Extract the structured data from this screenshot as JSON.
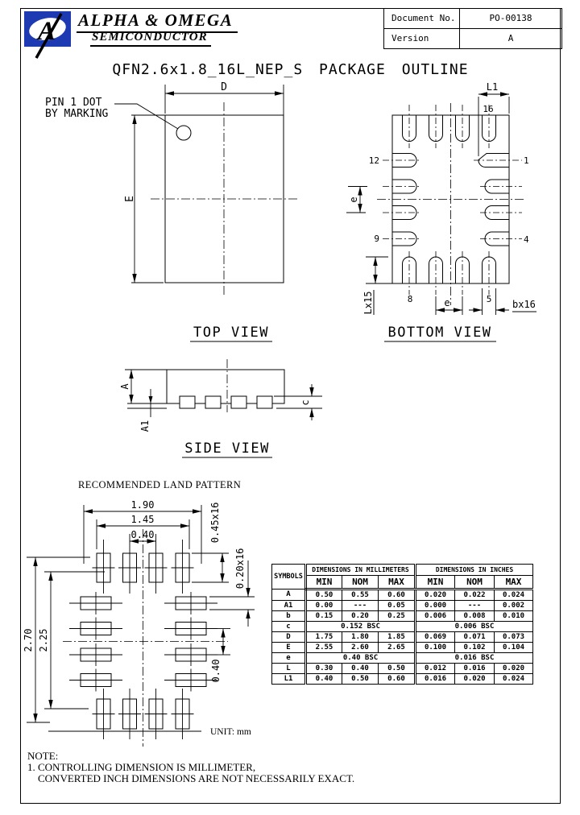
{
  "header": {
    "logo": {
      "bg_color": "#1d3ab2",
      "letter": "A"
    },
    "company_line1": "ALPHA & OMEGA",
    "company_line2": "SEMICONDUCTOR",
    "doc_table": {
      "doc_no_label": "Document No.",
      "doc_no_value": "PO-00138",
      "version_label": "Version",
      "version_value": "A"
    }
  },
  "title": "QFN2.6x1.8_16L_NEP_S PACKAGE OUTLINE",
  "top_view": {
    "caption": "TOP VIEW",
    "dim_d": "D",
    "dim_e": "E",
    "pin1_note_line1": "PIN 1 DOT",
    "pin1_note_line2": "BY MARKING"
  },
  "bottom_view": {
    "caption": "BOTTOM VIEW",
    "dim_l1": "L1",
    "dim_e_left": "e",
    "dim_e_bottom": "e",
    "dim_l": "Lx15",
    "dim_b": "bx16",
    "pin_16": "16",
    "pin_1": "1",
    "pin_4": "4",
    "pin_5": "5",
    "pin_8": "8",
    "pin_9": "9",
    "pin_12": "12"
  },
  "side_view": {
    "caption": "SIDE VIEW",
    "dim_a": "A",
    "dim_a1": "A1",
    "dim_c": "c"
  },
  "land_pattern": {
    "title": "RECOMMENDED LAND PATTERN",
    "dim_width_outer": "1.90",
    "dim_width_inner": "1.45",
    "dim_pitch_top": "0.40",
    "dim_pad_len": "0.45x16",
    "dim_pad_wid": "0.20x16",
    "dim_height_outer": "2.70",
    "dim_height_inner": "2.25",
    "dim_pitch_side": "0.40",
    "unit": "UNIT: mm"
  },
  "dim_table": {
    "symbols_header": "SYMBOLS",
    "mm_header": "DIMENSIONS IN MILLIMETERS",
    "inch_header": "DIMENSIONS IN INCHES",
    "col_headers": [
      "MIN",
      "NOM",
      "MAX"
    ],
    "rows": [
      {
        "symbol": "A",
        "mm": [
          "0.50",
          "0.55",
          "0.60"
        ],
        "inch": [
          "0.020",
          "0.022",
          "0.024"
        ]
      },
      {
        "symbol": "A1",
        "mm": [
          "0.00",
          "---",
          "0.05"
        ],
        "inch": [
          "0.000",
          "---",
          "0.002"
        ]
      },
      {
        "symbol": "b",
        "mm": [
          "0.15",
          "0.20",
          "0.25"
        ],
        "inch": [
          "0.006",
          "0.008",
          "0.010"
        ]
      },
      {
        "symbol": "c",
        "mm_bsc": "0.152 BSC",
        "in_bsc": "0.006 BSC"
      },
      {
        "symbol": "D",
        "mm": [
          "1.75",
          "1.80",
          "1.85"
        ],
        "inch": [
          "0.069",
          "0.071",
          "0.073"
        ]
      },
      {
        "symbol": "E",
        "mm": [
          "2.55",
          "2.60",
          "2.65"
        ],
        "inch": [
          "0.100",
          "0.102",
          "0.104"
        ]
      },
      {
        "symbol": "e",
        "mm_bsc": "0.40 BSC",
        "in_bsc": "0.016 BSC"
      },
      {
        "symbol": "L",
        "mm": [
          "0.30",
          "0.40",
          "0.50"
        ],
        "inch": [
          "0.012",
          "0.016",
          "0.020"
        ]
      },
      {
        "symbol": "L1",
        "mm": [
          "0.40",
          "0.50",
          "0.60"
        ],
        "inch": [
          "0.016",
          "0.020",
          "0.024"
        ]
      }
    ]
  },
  "notes": {
    "title": "NOTE:",
    "line1": "1. CONTROLLING DIMENSION IS MILLIMETER,",
    "line2": "CONVERTED INCH DIMENSIONS ARE NOT NECESSARILY EXACT."
  }
}
